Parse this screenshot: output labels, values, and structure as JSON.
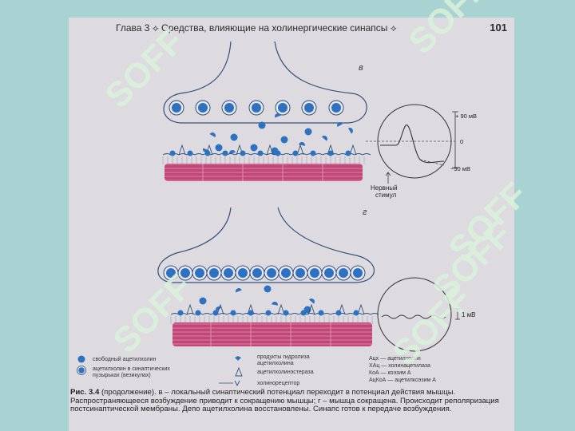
{
  "header": {
    "chapter": "Глава 3  ⟡  Средства, влияющие на холинергические синапсы  ⟡",
    "page_number": "101"
  },
  "diagram": {
    "panel_top_label": "в",
    "panel_bottom_label": "г",
    "scale_plus": "+ 90 мВ",
    "scale_zero": "0",
    "scale_minus": "−90 мВ",
    "stimulus_line1": "Нервный",
    "stimulus_line2": "стимул",
    "scale_1mv": "1 мВ"
  },
  "legend": {
    "free_ach": "свободный ацетилхолин",
    "vesicle_ach_line1": "ацетилхолин в синаптических",
    "vesicle_ach_line2": "пузырьках (везикулах)",
    "hydrolysis_line1": "продукты гидролиза",
    "hydrolysis_line2": "ацетилхолина",
    "esterase": "ацетилхолинэстераза",
    "receptor": "холинорецептор",
    "abbr": [
      "Ацх — ацетилхолин",
      "ХАц — холинацетилаза",
      "КоА — коэзим А",
      "АцКоА — ацетилкоэзим А"
    ]
  },
  "caption": {
    "lead": "Рис. 3.4",
    "lead_rest": " (продолжение).",
    "body": "в – локальный синаптический потенциал переходит в потенциал действия мышцы. Распространяющееся возбуждение приводит к сокращению мышцы; г – мышца сокращена. Происходит реполяризация постсинаптической мембраны. Депо ацетилхолина восстановлены. Синапс готов к передаче возбуждения."
  },
  "watermark": {
    "text": "SOFF",
    "color": "#d8f2da"
  },
  "colors": {
    "background": "#a9d3d3",
    "page": "#dedbe0",
    "ach_blue": "#2d72c0",
    "muscle": "#c04878",
    "outline": "#30507a"
  }
}
